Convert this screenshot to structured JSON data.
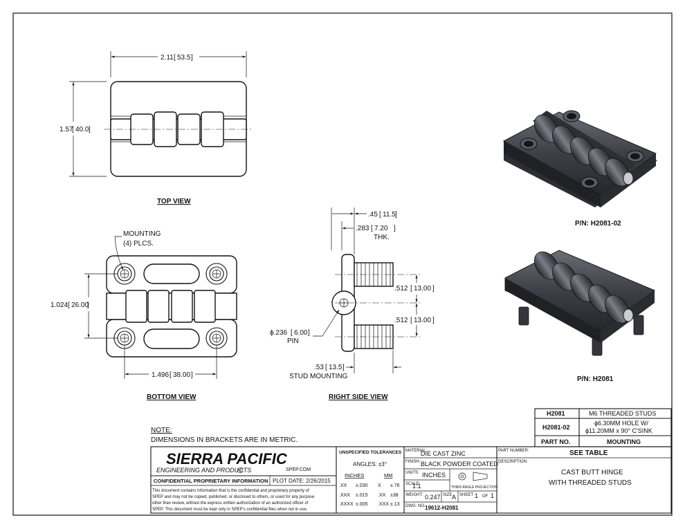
{
  "views": {
    "top_view": "TOP VIEW",
    "bottom_view": "BOTTOM VIEW",
    "right_side_view": "RIGHT SIDE VIEW"
  },
  "dimensions": {
    "top_width": "2.11",
    "top_width_mm": "53.5",
    "top_height": "1.57",
    "top_height_mm": "40.0",
    "bottom_height": "1.024",
    "bottom_height_mm": "26.00",
    "bottom_width": "1.496",
    "bottom_width_mm": "38.00",
    "side_overall": ".45",
    "side_overall_mm": "11.5",
    "side_thk": ".283",
    "side_thk_mm": "7.20",
    "side_thk_label": "THK.",
    "stud_spacing_1": ".512",
    "stud_spacing_1_mm": "13.00",
    "stud_spacing_2": ".512",
    "stud_spacing_2_mm": "13.00",
    "pin_dia": "ϕ.236",
    "pin_dia_mm": "6.00",
    "pin_label": "PIN",
    "stud_len": ".53",
    "stud_len_mm": "13.5",
    "stud_label": "STUD MOUNTING"
  },
  "mounting_note": {
    "line1": "MOUNTING",
    "line2": "(4) PLCS."
  },
  "renders": {
    "pn_top": "P/N: H2081-02",
    "pn_bottom": "P/N: H2081"
  },
  "notes": {
    "title": "NOTE:",
    "text": "DIMENSIONS IN BRACKETS ARE IN METRIC."
  },
  "part_table": {
    "rows": [
      {
        "part": "H2081",
        "mounting": "M6 THREADED STUDS",
        "mounting2": ""
      },
      {
        "part": "H2081-02",
        "mounting": "ϕ6.30MM HOLE W/",
        "mounting2": "ϕ11.20MM x 90° C'SINK"
      }
    ],
    "header_part": "PART NO.",
    "header_mounting": "MOUNTING"
  },
  "title_block": {
    "company": "SIERRA PACIFIC",
    "subtitle": "ENGINEERING AND PRODUCTS",
    "registered": "R",
    "website": "SPEP.COM",
    "confidential_heading": "CONFIDENTIAL PROPRIETARY INFORMATION",
    "plot_date": "PLOT DATE: 2/26/2015",
    "confidential_lines": [
      "This document contains information that is the confidential and proprietary property of",
      "SPEP and may not be copied, published, or disclosed to others, or used for any purpose",
      "other than review, without the express written authorization of an authorized officer of",
      "SPEP. This document must be kept only in SPEP's confidential files when not in use."
    ],
    "tolerances_heading": "UNSPECIFIED TOLERANCES",
    "angles": "ANGLES: ±3°",
    "inches_header": "INCHES",
    "mm_header": "MM",
    "tolerances": [
      {
        "in": ".XX",
        "in_tol": "±.030",
        "mm": "X",
        "mm_tol": "±.76"
      },
      {
        "in": ".XXX",
        "in_tol": "±.015",
        "mm": ".XX",
        "mm_tol": "±38"
      },
      {
        "in": ".XXXX",
        "in_tol": "±.005",
        "mm": ".XXX",
        "mm_tol": "±.13"
      }
    ],
    "material_label": "MATERIAL:",
    "material": "DIE CAST ZINC",
    "finish_label": "FINISH:",
    "finish": "BLACK POWDER COATED",
    "units_label": "UNITS:",
    "units": "INCHES",
    "scale_label": "SCALE:",
    "scale": "1:1",
    "projection": "THIRD ANGLE PROJECTION",
    "weight_label": "WEIGHT:",
    "weight": "0.247",
    "size_label": "SIZE",
    "size": "A",
    "sheet_label": "SHEET",
    "sheet": "1",
    "of_label": "OF",
    "sheets": "1",
    "dwg_label": "DWG. NO.",
    "dwg_no": "19612-H2081",
    "part_number_label": "PART NUMBER:",
    "part_number": "SEE TABLE",
    "description_label": "DESCRIPTION:",
    "description_line1": "CAST BUTT HINGE",
    "description_line2": "WITH THREADED STUDS"
  }
}
